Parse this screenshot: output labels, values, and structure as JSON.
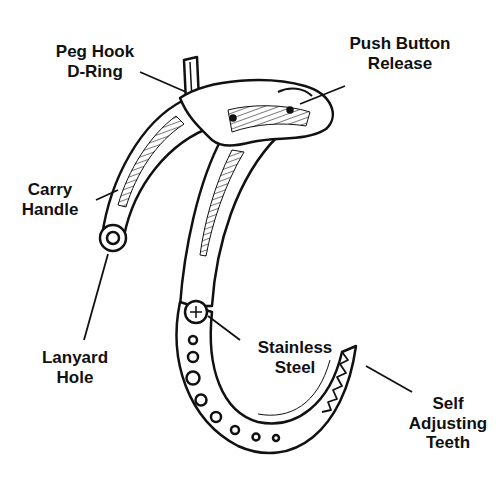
{
  "diagram": {
    "labels": [
      "Peg Hook D-Ring",
      "Push Button Release",
      "Carry Handle",
      "Lanyard Hole",
      "Stainless Steel",
      "Self Adjusting Teeth"
    ]
  }
}
